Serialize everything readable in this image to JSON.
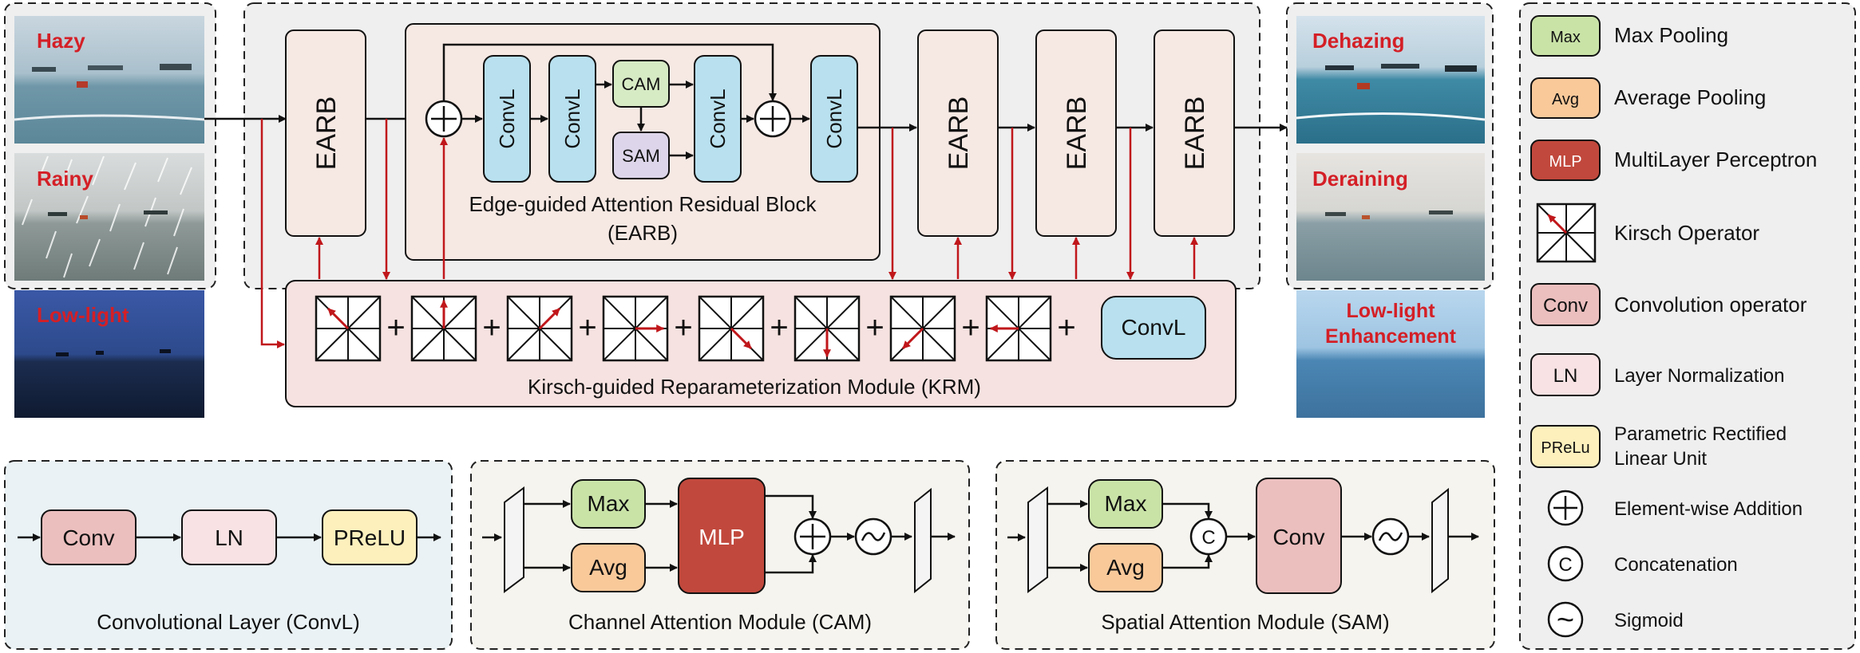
{
  "inputs": {
    "hazy": "Hazy",
    "rainy": "Rainy",
    "lowlight": "Low-light"
  },
  "outputs": {
    "dehazing": "Dehazing",
    "deraining": "Deraining",
    "lowlight_line1": "Low-light",
    "lowlight_line2": "Enhancement"
  },
  "main": {
    "earb_label": "EARB",
    "convl_label": "ConvL",
    "cam_label": "CAM",
    "sam_label": "SAM",
    "earb_title_line1": "Edge-guided Attention Residual Block",
    "earb_title_line2": "(EARB)",
    "krm_title": "Kirsch-guided Reparameterization Module (KRM)",
    "plus": "+"
  },
  "legend": {
    "max": {
      "badge": "Max",
      "text": "Max Pooling",
      "color": "#c9e3a7"
    },
    "avg": {
      "badge": "Avg",
      "text": "Average Pooling",
      "color": "#f9c99a"
    },
    "mlp": {
      "badge": "MLP",
      "text": "MultiLayer Perceptron",
      "color": "#c1483c"
    },
    "kirsch": {
      "text": "Kirsch Operator"
    },
    "conv": {
      "badge": "Conv",
      "text": "Convolution operator",
      "color": "#ebbfbe"
    },
    "ln": {
      "badge": "LN",
      "text": "Layer Normalization",
      "color": "#f8e2e3"
    },
    "prelu": {
      "badge": "PReLu",
      "text_line1": "Parametric Rectified",
      "text_line2": "Linear Unit",
      "color": "#fdf0bd"
    },
    "add": {
      "text": "Element-wise Addition"
    },
    "concat": {
      "symbol": "C",
      "text": "Concatenation"
    },
    "sigmoid": {
      "symbol": "~",
      "text": "Sigmoid"
    }
  },
  "convl_module": {
    "conv": "Conv",
    "ln": "LN",
    "prelu": "PReLU",
    "title": "Convolutional Layer (ConvL)"
  },
  "cam_module": {
    "max": "Max",
    "avg": "Avg",
    "mlp": "MLP",
    "title": "Channel Attention Module (CAM)"
  },
  "sam_module": {
    "max": "Max",
    "avg": "Avg",
    "concat": "C",
    "conv": "Conv",
    "title": "Spatial Attention Module (SAM)"
  },
  "colors": {
    "panel_gray": "#efefef",
    "panel_blue": "#eaf2f5",
    "panel_cream": "#f6f4ee",
    "earb_fill": "#f6e8e3",
    "convl_fill": "#b8e0ee",
    "cam_fill": "#d6eac4",
    "sam_fill": "#ddd6ea",
    "krm_fill": "#f6e2e0",
    "red_arrow": "#c0171b",
    "label_red": "#d41f26"
  }
}
